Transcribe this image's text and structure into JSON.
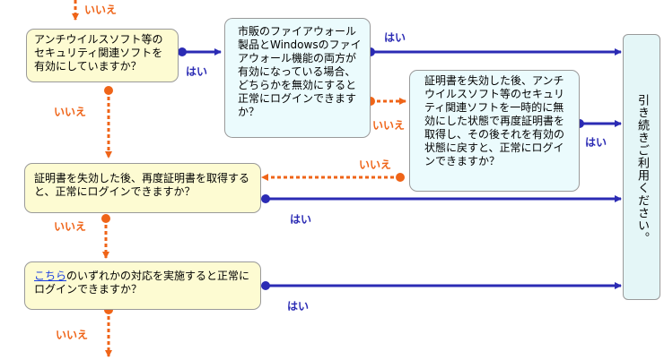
{
  "nodes": {
    "q1": "アンチウイルスソフト等のセキュリティ関連ソフトを有効にしていますか？",
    "q2": "市販のファイアウォール製品とWindowsのファイアウォール機能の両方が有効になっている場合、どちらかを無効にすると正常にログインできますか？",
    "q3": "証明書を失効した後、アンチウイルスソフト等のセキュリティ関連ソフトを一時的に無効にした状態で再度証明書を取得し、その後それを有効の状態に戻すと、正常にログインできますか？",
    "q4": "証明書を失効した後、再度証明書を取得すると、正常にログインできますか？",
    "q5_link": "こちら",
    "q5_rest": "のいずれかの対応を実施すると正常にログインできますか？",
    "end": "引き続きご利用ください。"
  },
  "labels": {
    "yes": "はい",
    "no": "いいえ"
  },
  "colors": {
    "yes": "#2b2bb4",
    "no": "#ef6418",
    "question": "#fdfbd2",
    "subquestion": "#ebfbfd",
    "end": "#e4f6f7"
  }
}
